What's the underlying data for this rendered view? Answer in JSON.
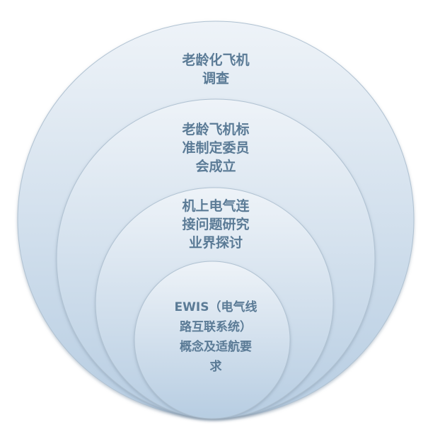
{
  "diagram": {
    "circles": [
      {
        "lines": [
          "老龄化飞机",
          "调查"
        ]
      },
      {
        "lines": [
          "老龄飞机标",
          "准制定委员",
          "会成立"
        ]
      },
      {
        "lines": [
          "机上电气连",
          "接问题研究",
          "业界探讨"
        ]
      },
      {
        "lines": [
          "EWIS（电气线",
          "路互联系统）",
          "概念及适航要",
          "求"
        ]
      }
    ],
    "colors": {
      "text": "#5b7b96",
      "fill_top": "#eef3f8",
      "fill_bottom": "#b9cfe3",
      "stroke": "#a9bccd"
    }
  }
}
